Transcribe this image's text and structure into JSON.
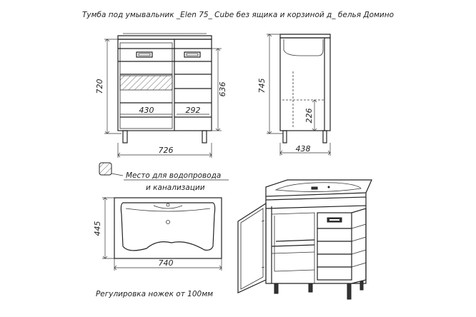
{
  "title": "Тумба под умывальник _Elen 75_ Cube без ящика и корзиной д_ белья Домино",
  "dimensions": {
    "front_height": "720",
    "front_inner_height": "636",
    "front_left_width": "430",
    "front_right_width": "292",
    "front_total_width": "726",
    "side_height": "745",
    "side_shelf_height": "226",
    "side_depth": "438",
    "top_depth": "445",
    "top_width": "740"
  },
  "legend": {
    "line1": "Место для водопровода",
    "line2": "и канализации"
  },
  "footer_note": "Регулировка ножек от 100мм"
}
